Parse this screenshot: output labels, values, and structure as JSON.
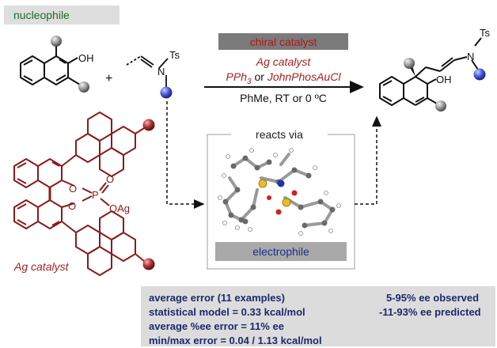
{
  "labels": {
    "nucleophile": "nucleophile",
    "chiral_catalyst": "chiral catalyst",
    "ag_catalyst_condition": "Ag catalyst",
    "ligand_pph3": "PPh",
    "ligand_pph3_sub": "3",
    "ligand_or": "or",
    "ligand_johnphos": "JohnPhosAuCl",
    "solvent_temp": "PhMe, RT or 0 ºC",
    "reacts_via": "reacts via",
    "electrophile": "electrophile",
    "ag_catalyst_structure": "Ag catalyst",
    "plus": "+"
  },
  "atoms": {
    "oh": "OH",
    "ts": "Ts",
    "n": "N",
    "o": "O",
    "p": "P",
    "oag": "OAg"
  },
  "stats": {
    "line1_left": "average error (11 examples)",
    "line1_right": "5-95% ee observed",
    "line2_left": "statistical model = 0.33 kcal/mol",
    "line2_right": "-11-93% ee predicted",
    "line3": "average %ee error = 11% ee",
    "line4": "min/max error = 0.04 / 1.13 kcal/mol"
  },
  "colors": {
    "nucleophile_text": "#1e6b2a",
    "catalyst_red": "#a32222",
    "electrophile_blue": "#1c2f8f",
    "stats_text": "#1c2a6e"
  }
}
